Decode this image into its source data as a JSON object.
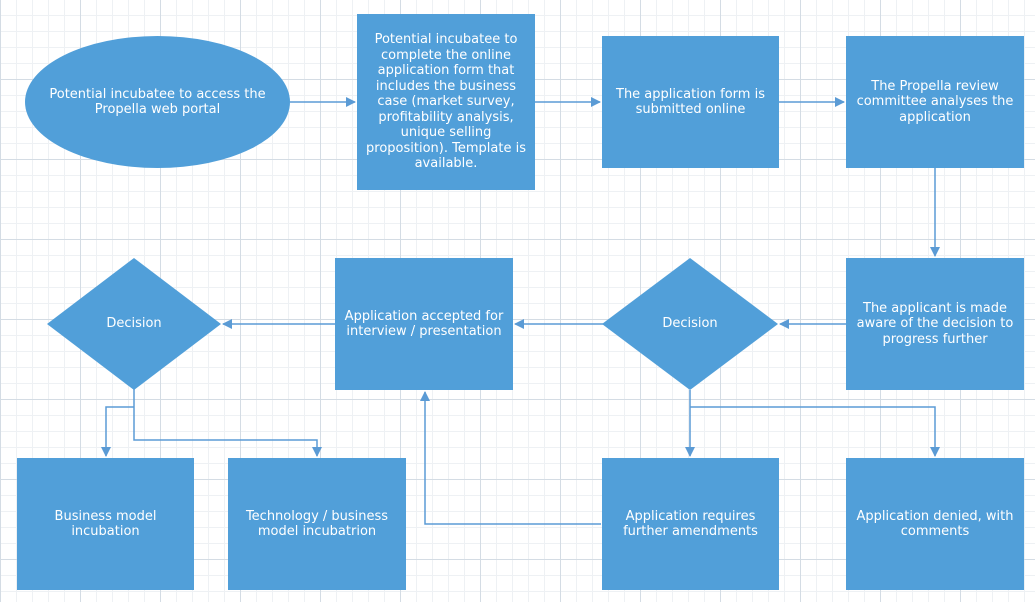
{
  "colors": {
    "node_fill": "#519fd9",
    "connector": "#5b9bd5",
    "text": "#ffffff"
  },
  "nodes": {
    "access_portal": "Potential incubatee to access the Propella web portal",
    "complete_form": "Potential incubatee to complete the online application form that includes the business case (market survey, profitability analysis, unique selling proposition). Template is available.",
    "submitted_online": "The application form is submitted online",
    "review_committee": "The Propella review committee analyses the application",
    "made_aware": "The applicant is made aware of the decision to progress further",
    "decision_right": "Decision",
    "accepted_interview": "Application accepted for interview / presentation",
    "decision_left": "Decision",
    "business_model_incubation": "Business model incubation",
    "tech_business_incubation": "Technology / business model incubatrion",
    "requires_amendments": "Application requires further amendments",
    "denied_comments": "Application denied, with comments"
  }
}
